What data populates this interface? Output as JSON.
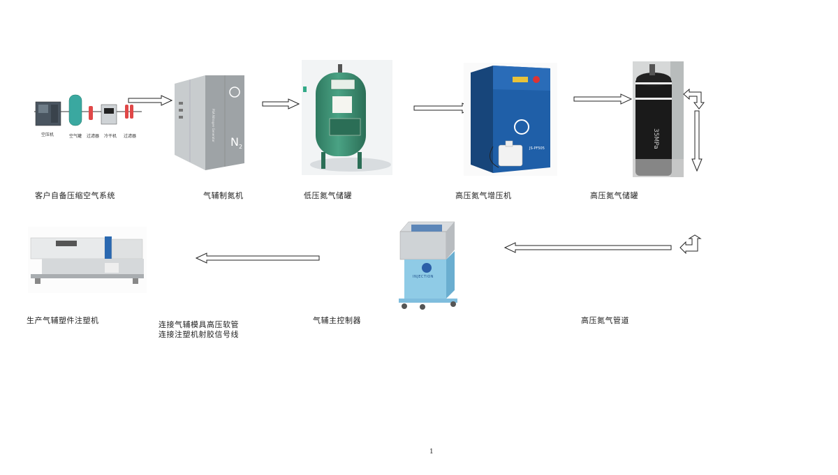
{
  "stages": {
    "air_system": {
      "label": "客户自备压缩空气系统",
      "parts": [
        "空压机",
        "空气罐",
        "过滤器",
        "冷干机",
        "过滤器"
      ]
    },
    "nitrogen_generator": {
      "label": "气辅制氮机",
      "panel_mark": "N",
      "panel_sub": "2",
      "side_text": "PSA Nitrogen Generator"
    },
    "low_pressure_tank": {
      "label": "低压氮气储罐"
    },
    "booster": {
      "label": "高压氮气增压机",
      "model": "JS-PF505"
    },
    "high_pressure_tank": {
      "label": "高压氮气储罐",
      "cylinder_text": "35MPa"
    },
    "pipeline": {
      "label": "高压氮气管道"
    },
    "controller": {
      "label": "气辅主控制器",
      "brand": "INJECTION"
    },
    "hose": {
      "label_line1": "连接气辅模具高压软管",
      "label_line2": "连接注塑机射胶信号线"
    },
    "injection_machine": {
      "label": "生产气辅塑件注塑机"
    }
  },
  "page_number": "1",
  "colors": {
    "arrow_stroke": "#222222",
    "tank_green": "#3f8f74",
    "booster_blue": "#1f5fa8",
    "controller_blue": "#8fcbe6",
    "cylinder_black": "#1a1a1a"
  }
}
